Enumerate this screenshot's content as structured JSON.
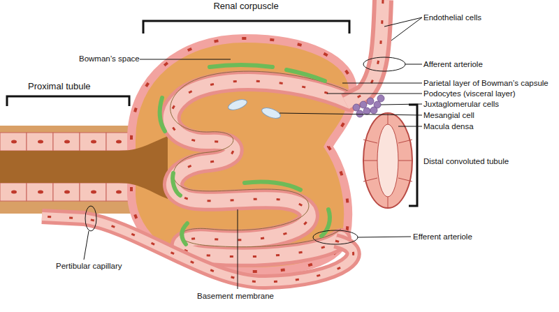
{
  "diagram": {
    "labels": [
      "Renal corpuscle",
      "Endothelial cells",
      "Bowman’s space",
      "Afferent arteriole",
      "Proximal tubule",
      "Parietal layer of Bowman’s capsule",
      "Podocytes (visceral layer)",
      "Juxtaglomerular cells",
      "Mesangial cell",
      "Macula densa",
      "Distal convoluted tubule",
      "Efferent arteriole",
      "Pertibular capillary",
      "Basement membrane"
    ]
  }
}
